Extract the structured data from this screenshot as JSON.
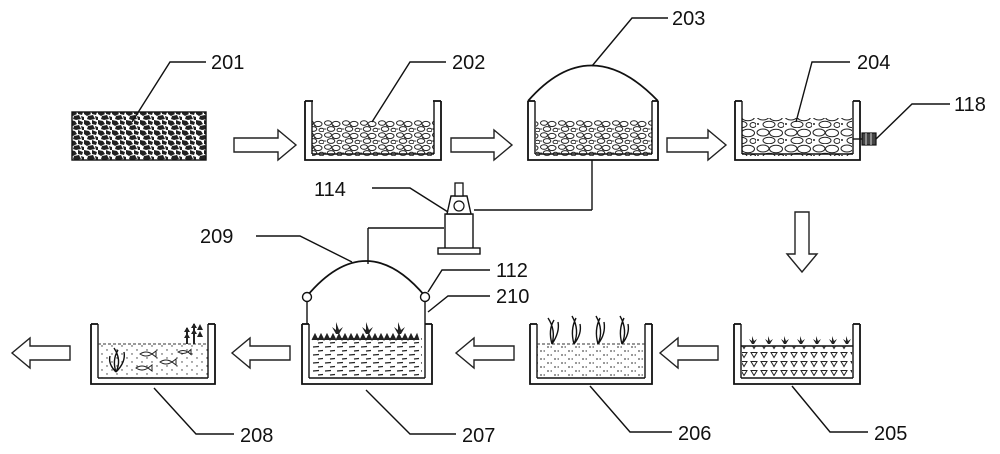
{
  "labels": {
    "l201": "201",
    "l202": "202",
    "l203": "203",
    "l204": "204",
    "l118": "118",
    "l114": "114",
    "l209": "209",
    "l112": "112",
    "l210": "210",
    "l205": "205",
    "l206": "206",
    "l207": "207",
    "l208": "208"
  },
  "colors": {
    "stroke": "#111111",
    "background": "#ffffff"
  }
}
